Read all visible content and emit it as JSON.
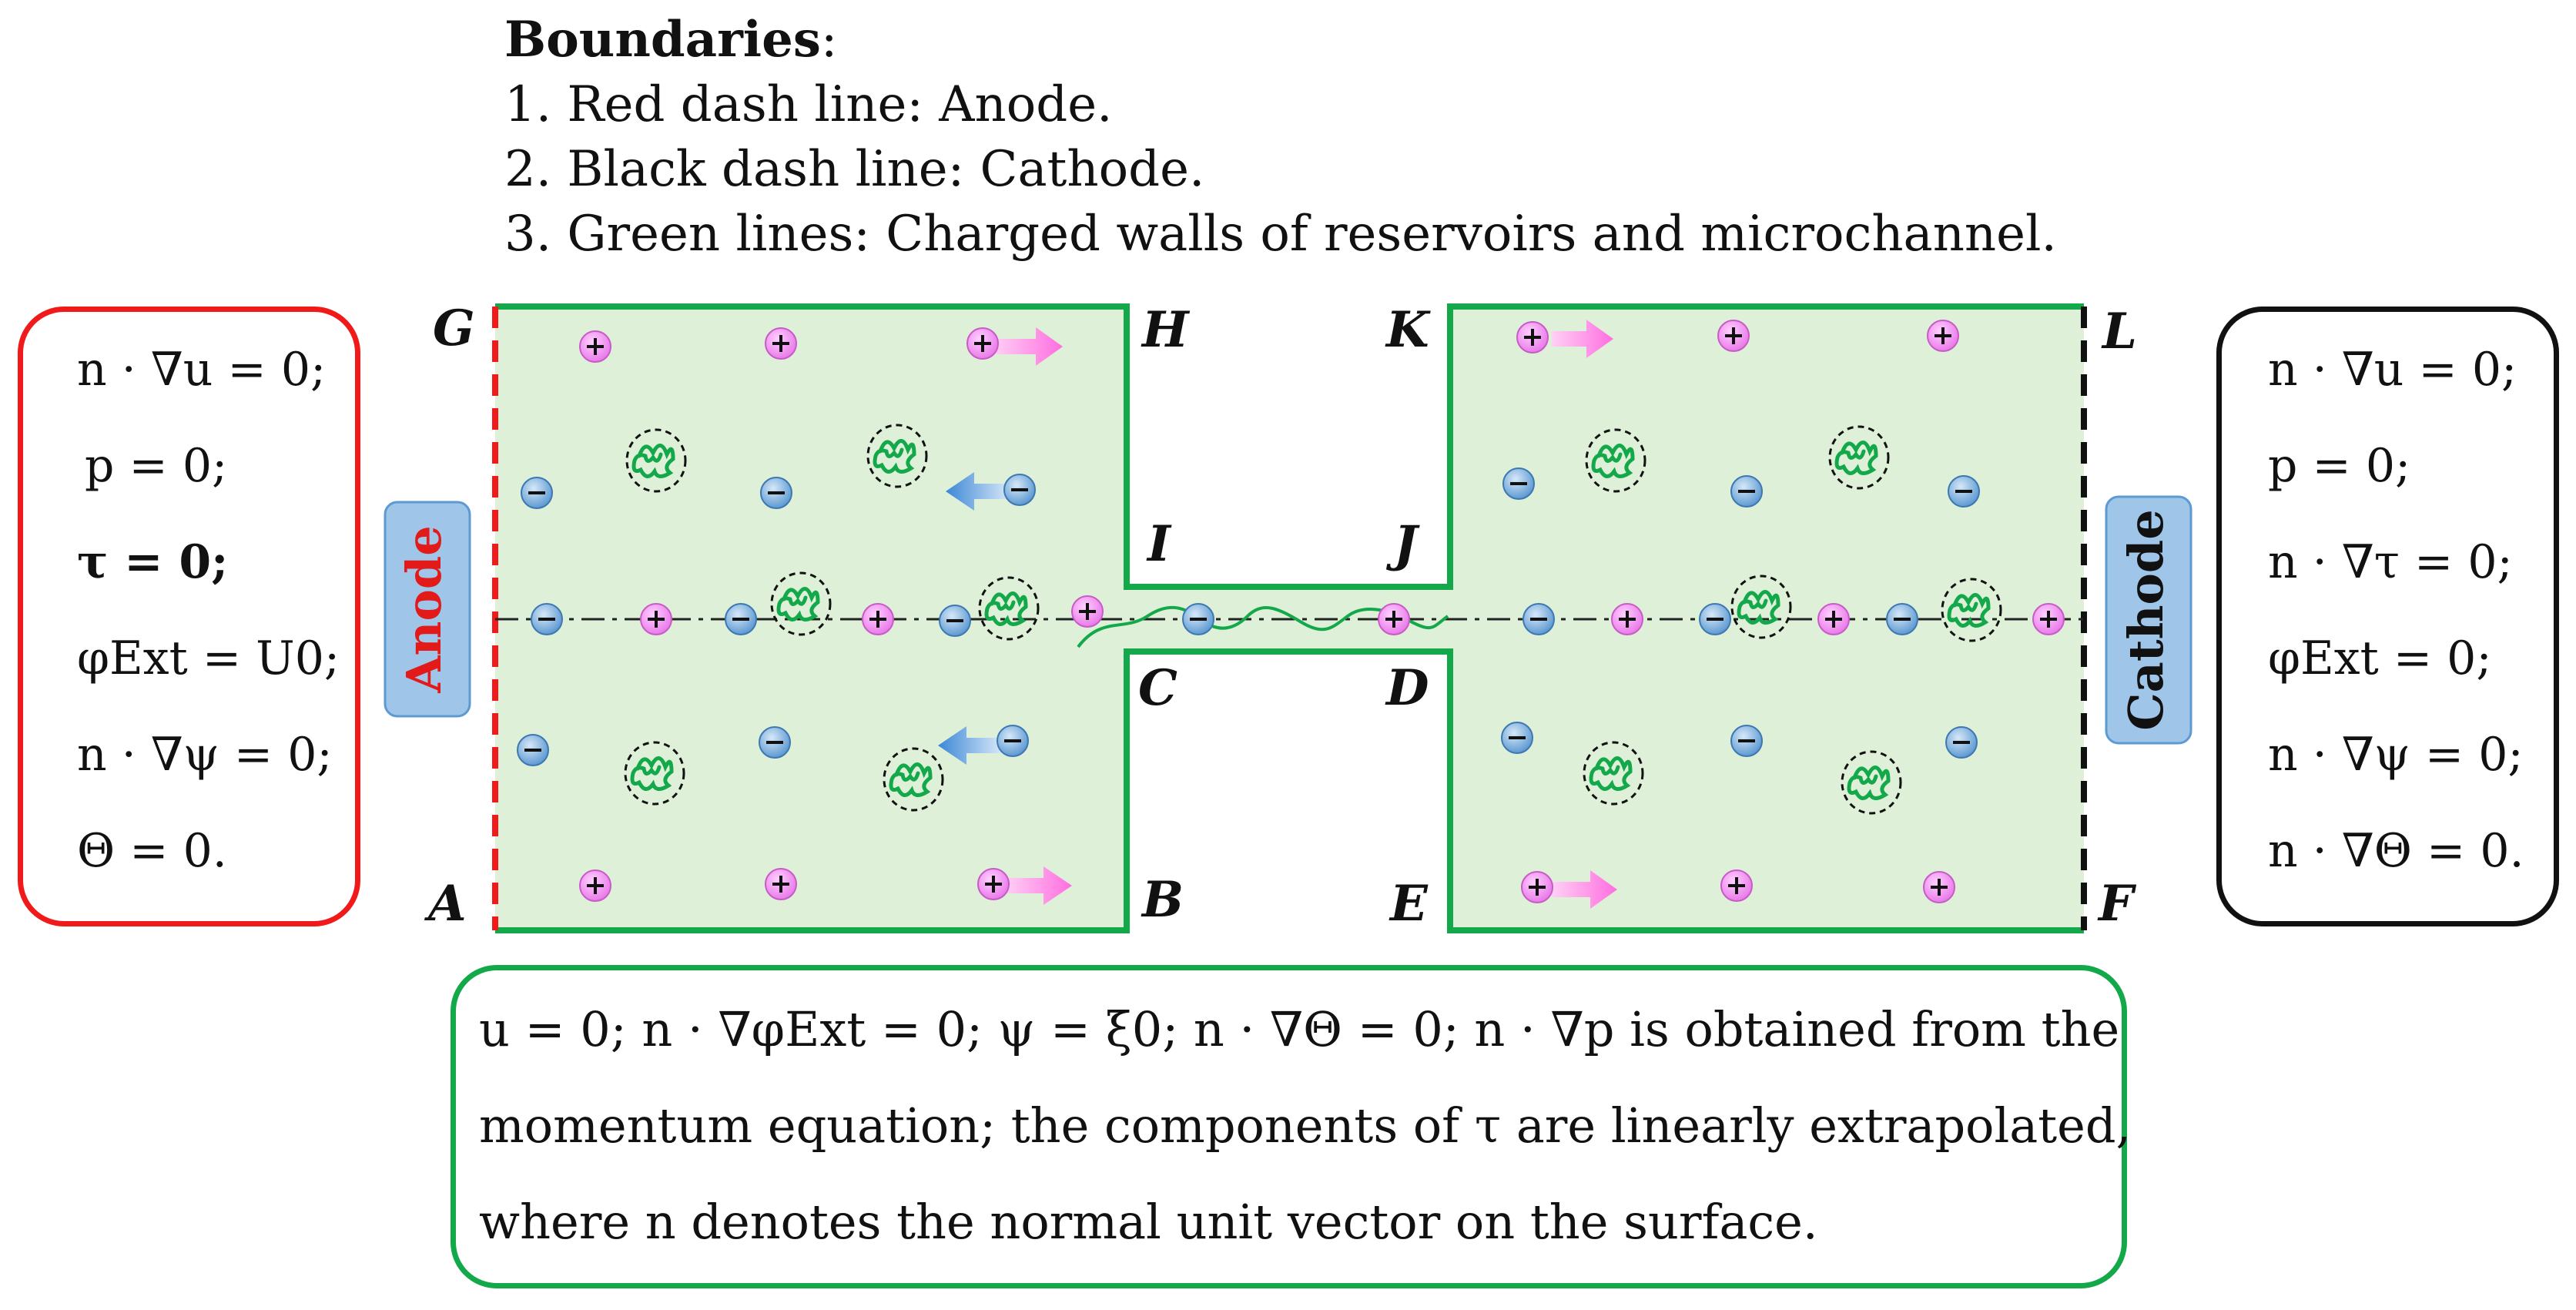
{
  "legend": {
    "heading": "Boundaries",
    "heading_suffix": ":",
    "items": [
      "1. Red dash line: Anode.",
      "2. Black dash line: Cathode.",
      "3. Green lines: Charged walls of reservoirs and microchannel."
    ]
  },
  "left_conditions": [
    "n · ∇u = 0;",
    "p = 0;",
    "τ = 0;",
    "φExt = U0;",
    "n · ∇ψ = 0;",
    "Θ = 0."
  ],
  "right_conditions": [
    "n · ∇u = 0;",
    "p = 0;",
    "n · ∇τ = 0;",
    "φExt = 0;",
    "n · ∇ψ = 0;",
    "n · ∇Θ = 0."
  ],
  "bottom_text": [
    "u = 0; n · ∇φExt = 0; ψ = ξ0; n · ∇Θ = 0; n · ∇p is obtained from the",
    "momentum equation; the components of τ are linearly extrapolated,",
    "where n denotes the normal unit vector on the surface."
  ],
  "labels": {
    "anode": "Anode",
    "cathode": "Cathode",
    "corners": {
      "A": "A",
      "B": "B",
      "C": "C",
      "D": "D",
      "E": "E",
      "F": "F",
      "G": "G",
      "H": "H",
      "I": "I",
      "J": "J",
      "K": "K",
      "L": "L"
    }
  },
  "colors": {
    "anode_line": "#f01a1a",
    "cathode_line": "#111111",
    "wall": "#13a84a",
    "fluid_fill": "#dff0d8",
    "positive_ion": "#ee82ee",
    "negative_ion": "#6fa8dc",
    "polymer": "#13a84a",
    "side_label_fill": "#9fc5e8"
  },
  "icons": [
    "positive-ion-icon",
    "negative-ion-icon",
    "polymer-coil-icon",
    "arrow-right-icon",
    "arrow-left-icon"
  ]
}
